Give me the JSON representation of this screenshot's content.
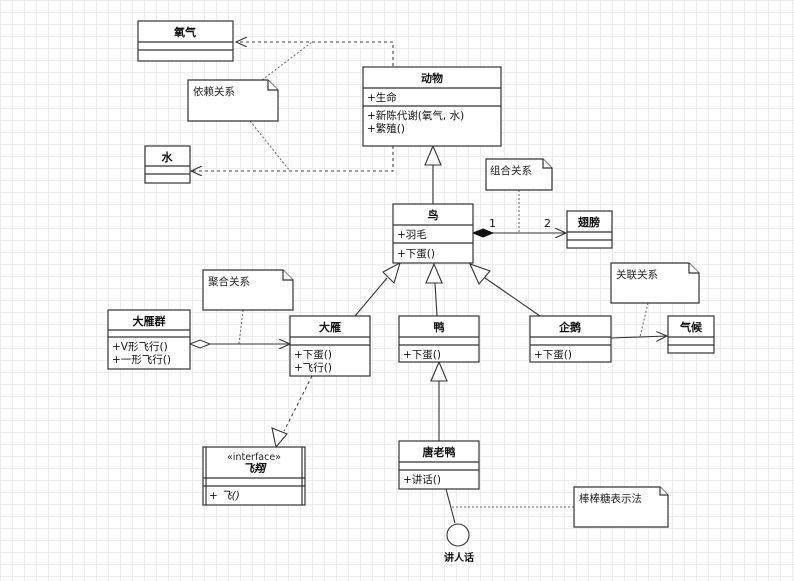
{
  "diagram": {
    "type": "UML class diagram",
    "classes": {
      "oxygen": {
        "name": "氧气",
        "attributes": [],
        "methods": []
      },
      "water": {
        "name": "水",
        "attributes": [],
        "methods": []
      },
      "animal": {
        "name": "动物",
        "attributes": [
          "+生命"
        ],
        "methods": [
          "+新陈代谢(氧气, 水)",
          "+繁殖()"
        ]
      },
      "bird": {
        "name": "鸟",
        "attributes": [
          "+羽毛"
        ],
        "methods": [
          "+下蛋()"
        ]
      },
      "wing": {
        "name": "翅膀",
        "attributes": [],
        "methods": []
      },
      "goose_flock": {
        "name": "大雁群",
        "attributes": [],
        "methods": [
          "+V形飞行()",
          "+一形飞行()"
        ]
      },
      "goose": {
        "name": "大雁",
        "attributes": [],
        "methods": [
          "+下蛋()",
          "+飞行()"
        ]
      },
      "duck": {
        "name": "鸭",
        "attributes": [],
        "methods": [
          "+下蛋()"
        ]
      },
      "penguin": {
        "name": "企鹅",
        "attributes": [],
        "methods": [
          "+下蛋()"
        ]
      },
      "climate": {
        "name": "气候",
        "attributes": [],
        "methods": []
      },
      "fly": {
        "stereotype": "«interface»",
        "name": "飞翔",
        "attributes": [],
        "methods": [
          "+ 飞()"
        ]
      },
      "donald": {
        "name": "唐老鸭",
        "attributes": [],
        "methods": [
          "+讲话()"
        ]
      }
    },
    "notes": {
      "dependency": "依赖关系",
      "composition": "组合关系",
      "aggregation": "聚合关系",
      "association": "关联关系",
      "lollipop": "棒棒糖表示法"
    },
    "lollipop_interface": "讲人话",
    "multiplicity": {
      "bird_end": "1",
      "wing_end": "2"
    },
    "relations": [
      {
        "type": "dependency",
        "from": "动物",
        "to": "氧气"
      },
      {
        "type": "dependency",
        "from": "动物",
        "to": "水"
      },
      {
        "type": "generalization",
        "from": "鸟",
        "to": "动物"
      },
      {
        "type": "composition",
        "from": "鸟",
        "to": "翅膀"
      },
      {
        "type": "generalization",
        "from": "大雁",
        "to": "鸟"
      },
      {
        "type": "generalization",
        "from": "鸭",
        "to": "鸟"
      },
      {
        "type": "generalization",
        "from": "企鹅",
        "to": "鸟"
      },
      {
        "type": "aggregation",
        "from": "大雁群",
        "to": "大雁"
      },
      {
        "type": "association",
        "from": "企鹅",
        "to": "气候"
      },
      {
        "type": "realization",
        "from": "大雁",
        "to": "飞翔"
      },
      {
        "type": "generalization",
        "from": "唐老鸭",
        "to": "鸭"
      },
      {
        "type": "interface-lollipop",
        "from": "唐老鸭",
        "to": "讲人话"
      }
    ]
  }
}
